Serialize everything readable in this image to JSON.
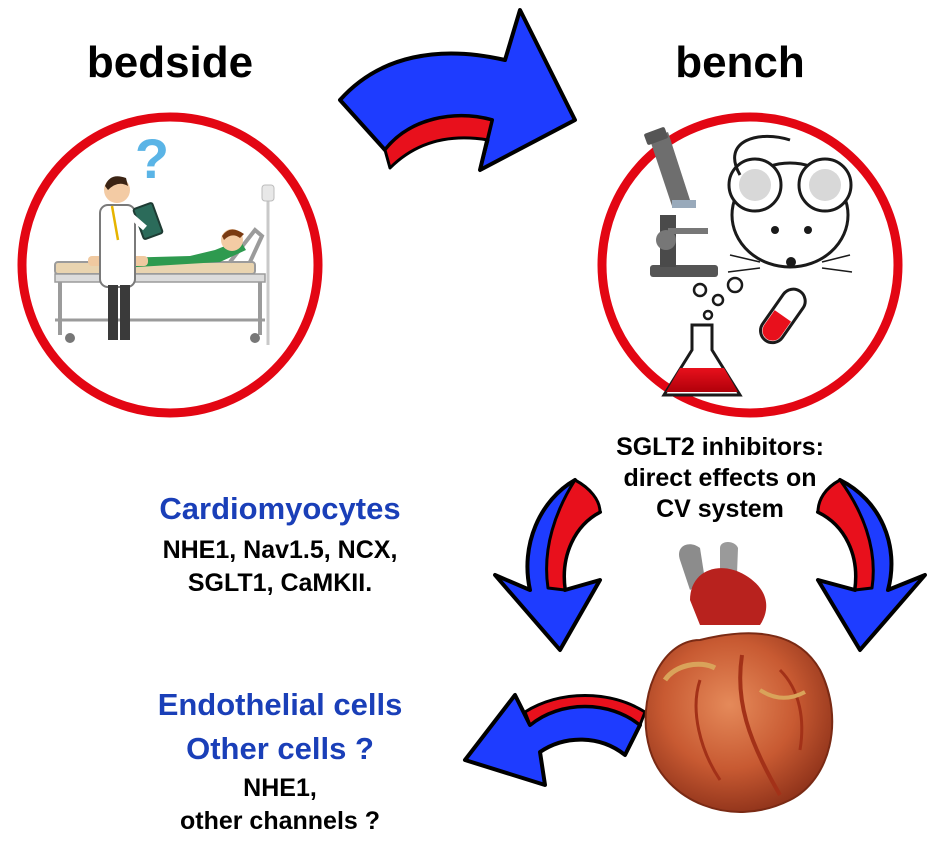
{
  "colors": {
    "ring_red": "#e30613",
    "arrow_blue": "#1e3cff",
    "arrow_red": "#e8101c",
    "heading_blue": "#1a3fb8"
  },
  "labels": {
    "bedside": "bedside",
    "bench": "bench",
    "sglt2_line1": "SGLT2 inhibitors:",
    "sglt2_line2": "direct effects on",
    "sglt2_line3": "CV system",
    "cardiomyocytes": "Cardiomyocytes",
    "cardio_targets_line1": "NHE1, Nav1.5, NCX,",
    "cardio_targets_line2": "SGLT1, CaMKII.",
    "endothelial": "Endothelial cells",
    "other_cells": "Other cells ?",
    "endo_targets_line1": "NHE1,",
    "endo_targets_line2": "other channels ?",
    "question_mark": "?"
  },
  "icons": {
    "bedside_scene": "doctor-patient-bed-icon",
    "bench_scene": "lab-microscope-mouse-flask-icon",
    "heart": "anatomical-heart-icon",
    "arrows": "curved-arrow-icon"
  }
}
